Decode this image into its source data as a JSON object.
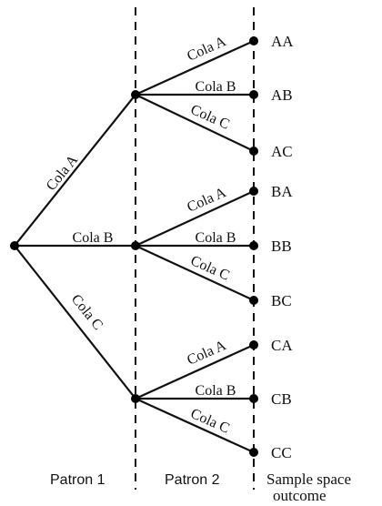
{
  "diagram": {
    "root_edges": [
      {
        "label": "Cola A"
      },
      {
        "label": "Cola B"
      },
      {
        "label": "Cola C"
      }
    ],
    "second_level": [
      {
        "branch": "A",
        "edges": [
          {
            "label": "Cola A"
          },
          {
            "label": "Cola B"
          },
          {
            "label": "Cola C"
          }
        ]
      },
      {
        "branch": "B",
        "edges": [
          {
            "label": "Cola A"
          },
          {
            "label": "Cola B"
          },
          {
            "label": "Cola C"
          }
        ]
      },
      {
        "branch": "C",
        "edges": [
          {
            "label": "Cola A"
          },
          {
            "label": "Cola B"
          },
          {
            "label": "Cola C"
          }
        ]
      }
    ],
    "outcomes": [
      "AA",
      "AB",
      "AC",
      "BA",
      "BB",
      "BC",
      "CA",
      "CB",
      "CC"
    ],
    "footer": {
      "patron1": "Patron 1",
      "patron2": "Patron 2",
      "sample_space_line1": "Sample space",
      "sample_space_line2": "outcome"
    }
  }
}
